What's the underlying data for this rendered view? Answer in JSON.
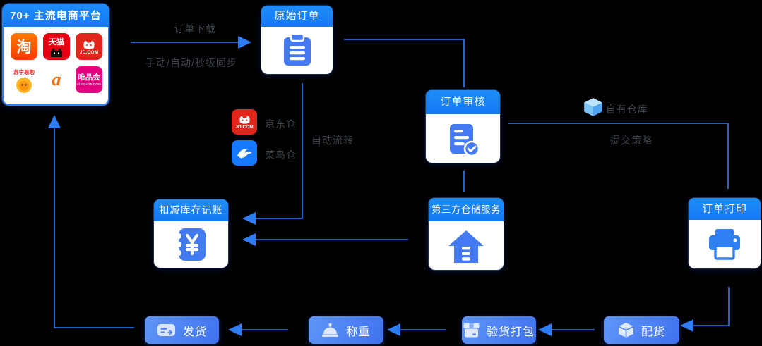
{
  "colors": {
    "background": "#000000",
    "accent_blue": "#2E7CF6",
    "header_blue": "#1B82F7",
    "icon_blue": "#4379F1",
    "label_gray": "#3E444D",
    "chip_gradient_start": "#6096F7",
    "chip_gradient_end": "#3F71EE",
    "taobao_red": "#F33B00",
    "tmall_red": "#E60012",
    "jd_red": "#E1251B",
    "cainiao_blue": "#1677FF",
    "vipshop_magenta": "#E4007F",
    "alibaba_orange": "#FF6A00"
  },
  "platforms_card": {
    "title": "70+ 主流电商平台",
    "icons": [
      {
        "name": "taobao",
        "text": "淘"
      },
      {
        "name": "tmall",
        "text": "天猫"
      },
      {
        "name": "jd",
        "text": "JD.COM"
      },
      {
        "name": "suning",
        "text": "苏宁易购"
      },
      {
        "name": "alibaba-1688",
        "text": ""
      },
      {
        "name": "vipshop",
        "text": "唯品会",
        "sub": "VIPSHOP.COM"
      }
    ]
  },
  "nodes": {
    "original_order": "原始订单",
    "order_review": "订单审核",
    "third_party_warehouse": "第三方仓储服务",
    "deduct_inventory": "扣减库存记账",
    "order_print": "订单打印",
    "ship": "发货",
    "weigh": "称重",
    "inspect_pack": "验货打包",
    "allocate": "配货"
  },
  "labels": {
    "order_download": "订单下载",
    "sync_mode": "手动/自动/秒级同步",
    "auto_flow": "自动流转",
    "jd_warehouse": "京东仓",
    "cainiao_warehouse": "菜鸟仓",
    "own_warehouse": "自有仓库",
    "submit_strategy": "提交策略"
  }
}
